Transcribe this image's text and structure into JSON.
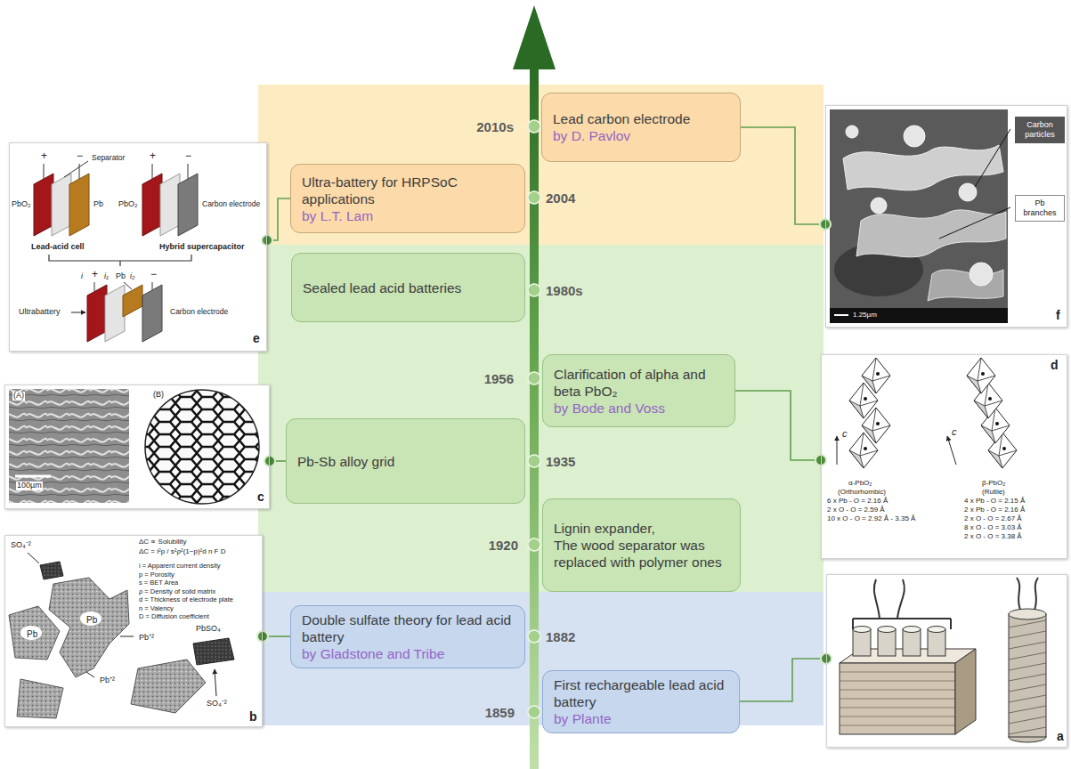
{
  "diagram": {
    "nodes": [
      {
        "text": [
          "Lead carbon electrode",
          "by D. Pavlov"
        ]
      },
      {
        "text": [
          "1.25µm",
          "f"
        ]
      },
      {
        "text": [
          "Carbon particles"
        ],
        "in": 1
      },
      {
        "text": [
          "Pb branches"
        ],
        "in": 1
      },
      {
        "text": [
          "+",
          "−",
          "Separator",
          "PbO₂",
          "Pb",
          "Lead-acid cell",
          "+",
          "−",
          "PbO₂",
          "Carbon electrode",
          "Hybrid supercapacitor",
          "i",
          "+",
          "i₁",
          "Pb",
          "i₂",
          "−",
          "Ultrabattery",
          "Carbon electrode",
          "e"
        ]
      },
      {
        "text": [
          "Ultra-battery for HRPSoC applications",
          "by L.T. Lam"
        ]
      },
      {
        "text": [
          "Sealed lead acid batteries"
        ]
      },
      {
        "text": [
          "Clarification of alpha and beta PbO₂",
          "by Bode and Voss"
        ]
      },
      {
        "text": [
          "c",
          "c",
          "α-PbO₂",
          "(Orthorhombic)",
          "6 x Pb - O = 2.16 Å",
          "2 x O - O = 2.59 Å",
          "10 x O - O = 2.92 Å - 3.35 Å",
          "β-PbO₂",
          "(Rutile)",
          "4 x Pb - O = 2.15 Å",
          "2 x Pb - O = 2.16 Å",
          "2 x O - O = 2.67 Å",
          "8 x O - O = 3.03 Å",
          "2 x O - O = 3.38 Å",
          "d"
        ]
      },
      {
        "text": [
          "(A)",
          "(B)",
          "100µm",
          "c"
        ]
      },
      {
        "text": [
          "Pb-Sb alloy grid"
        ]
      },
      {
        "text": [
          "Lignin expander,",
          "The wood separator was replaced with polymer ones"
        ]
      },
      {
        "text": [
          "SO₄⁻²",
          "ΔC ∝ Solubility",
          "ΔC = i²p / s²ρ²(1−p)²d n F D",
          "i = Apparent current density",
          "p = Porosity",
          "s = BET Area",
          "ρ = Density of solid matrix",
          "d = Thickness of electrode plate",
          "n = Valency",
          "D = Diffusion coefficient",
          "Pb",
          "Pb",
          "Pb⁺²",
          "PbSO₄",
          "Pb⁺²",
          "SO₄⁻²",
          "b"
        ]
      },
      {
        "text": [
          "Double sulfate theory for lead acid battery",
          "by Gladstone and Tribe"
        ]
      },
      {
        "text": [
          "First rechargeable lead acid battery",
          "by Plante"
        ]
      },
      {
        "text": [
          "a"
        ]
      }
    ],
    "edges": [
      {
        "from": 0,
        "to": 1,
        "arrow": "none"
      },
      {
        "from": 5,
        "to": 4,
        "arrow": "none"
      },
      {
        "from": 7,
        "to": 8,
        "arrow": "none"
      },
      {
        "from": 10,
        "to": 9,
        "arrow": "none"
      },
      {
        "from": 13,
        "to": 12,
        "arrow": "none"
      },
      {
        "from": 14,
        "to": 15,
        "arrow": "none"
      }
    ],
    "labels": [
      "2010s",
      "2004",
      "1980s",
      "1956",
      "1935",
      "1920",
      "1882",
      "1859"
    ]
  }
}
